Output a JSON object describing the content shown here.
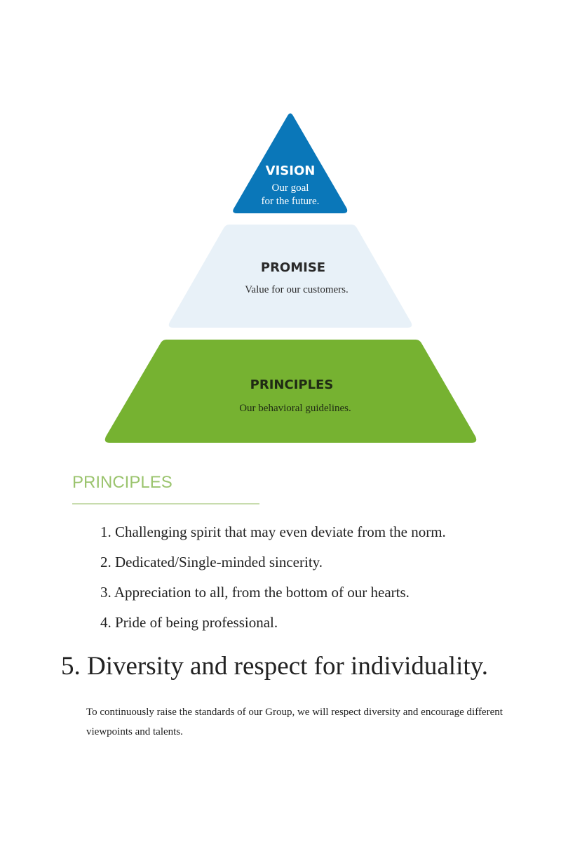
{
  "colors": {
    "vision": "#0a77b9",
    "promise": "#e8f1f8",
    "principles": "#76b231",
    "section_title": "#9bc46e",
    "rule": "#c8dcae",
    "text": "#222222"
  },
  "pyramid": {
    "vision": {
      "title": "VISION",
      "line1": "Our goal",
      "line2": "for the future."
    },
    "promise": {
      "title": "PROMISE",
      "line1": "Value for our customers."
    },
    "principles": {
      "title": "PRINCIPLES",
      "line1": "Our behavioral guidelines."
    }
  },
  "section": {
    "title": "PRINCIPLES",
    "items": [
      "1. Challenging spirit that may even deviate from the norm.",
      "2. Dedicated/Single-minded sincerity.",
      "3. Appreciation to all, from the bottom of our hearts.",
      "4. Pride of being professional."
    ],
    "highlight": {
      "number": "5.",
      "text": "Diversity and respect for individuality.",
      "description": "To continuously raise the standards of our Group, we will respect diversity and encourage different viewpoints and talents."
    }
  }
}
